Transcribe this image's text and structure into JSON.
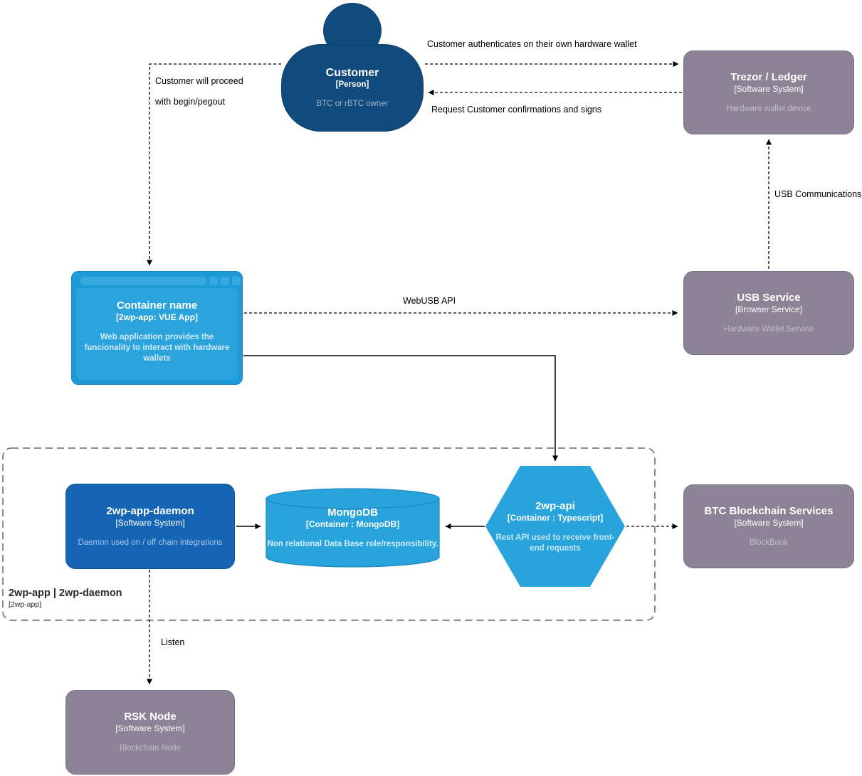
{
  "diagram": {
    "nodes": {
      "customer": {
        "title": "Customer",
        "subtitle": "[Person]",
        "description": "BTC or rBTC owner"
      },
      "trezor": {
        "title": "Trezor / Ledger",
        "subtitle": "[Software System]",
        "description": "Hardware wallet device"
      },
      "webapp": {
        "title": "Container name",
        "subtitle": "[2wp-app: VUE App]",
        "description": "Web application provides the funcionality to interact with hardware wallets"
      },
      "usb_service": {
        "title": "USB Service",
        "subtitle": "[Browser Service]",
        "description": "Hardware Wallet Service"
      },
      "daemon": {
        "title": "2wp-app-daemon",
        "subtitle": "[Software System]",
        "description": "Daemon used on / off chain integrations"
      },
      "mongodb": {
        "title": "MongoDB",
        "subtitle": "[Container : MongoDB]",
        "description": "Non relational Data Base role/responsibility."
      },
      "api": {
        "title": "2wp-api",
        "subtitle": "[Container : Typescript]",
        "description": "Rest API used to receive front-end requests"
      },
      "btc": {
        "title": "BTC Blockchain Services",
        "subtitle": "[Software System]",
        "description": "BlockBook"
      },
      "rsk": {
        "title": "RSK Node",
        "subtitle": "[Software System]",
        "description": "Blockchain Node"
      }
    },
    "boundary": {
      "title": "2wp-app | 2wp-daemon",
      "subtitle": "[2wp-app]"
    },
    "edges": {
      "auth": {
        "label": "Customer authenticates on their own hardware wallet",
        "style": "dashed"
      },
      "confirm": {
        "label": "Request Customer confirmations and signs",
        "style": "dashed"
      },
      "proceed": {
        "line1": "Customer will proceed",
        "line2": "with begin/pegout",
        "style": "dashed"
      },
      "usb_comm": {
        "label": "USB Communications",
        "style": "dashed"
      },
      "webusb": {
        "label": "WebUSB API",
        "style": "dashed"
      },
      "web_to_api": {
        "label": "",
        "style": "solid"
      },
      "daemon_to_mongo": {
        "label": "",
        "style": "solid"
      },
      "api_to_mongo": {
        "label": "",
        "style": "solid"
      },
      "api_to_btc": {
        "label": "",
        "style": "dashed"
      },
      "listen": {
        "label": "Listen",
        "style": "dashed"
      }
    },
    "colors": {
      "person_navy": "#114B7E",
      "system_gray": "#8C8496",
      "daemon_blue": "#1565B4",
      "container_light_blue": "#29A3DC",
      "browser_frame_blue": "#1E9AD6",
      "gray_desc_text": "#C0BBC9",
      "background": "#FFFFFF",
      "edge_black": "#000000",
      "boundary_gray": "#666666"
    }
  }
}
